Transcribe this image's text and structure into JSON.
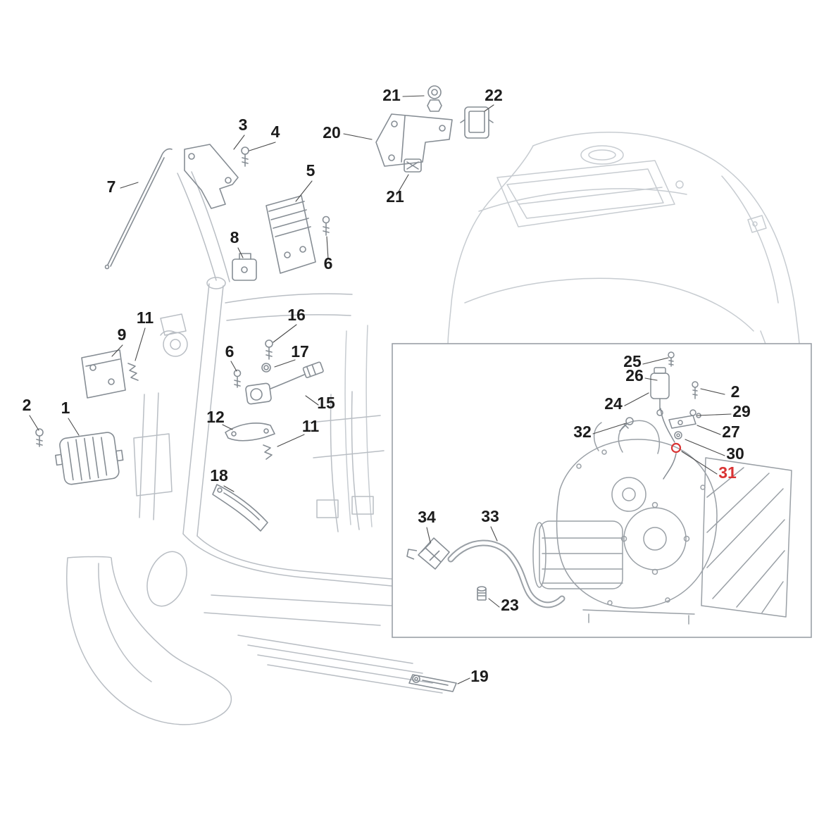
{
  "diagram": {
    "type": "exploded-parts-diagram",
    "label_color": "#1c1c1c",
    "highlight_color": "#d93434",
    "body_line_color": "#c7ccd1",
    "part_line_color": "#868d94",
    "callouts": [
      {
        "part": "21"
      },
      {
        "part": "22"
      },
      {
        "part": "3"
      },
      {
        "part": "4"
      },
      {
        "part": "20"
      },
      {
        "part": "5"
      },
      {
        "part": "7"
      },
      {
        "part": "21"
      },
      {
        "part": "8"
      },
      {
        "part": "6"
      },
      {
        "part": "16"
      },
      {
        "part": "11"
      },
      {
        "part": "9"
      },
      {
        "part": "6"
      },
      {
        "part": "17"
      },
      {
        "part": "15"
      },
      {
        "part": "2"
      },
      {
        "part": "1"
      },
      {
        "part": "12"
      },
      {
        "part": "11"
      },
      {
        "part": "18"
      },
      {
        "part": "19"
      },
      {
        "part": "25"
      },
      {
        "part": "26"
      },
      {
        "part": "2"
      },
      {
        "part": "24"
      },
      {
        "part": "29"
      },
      {
        "part": "32"
      },
      {
        "part": "27"
      },
      {
        "part": "30"
      },
      {
        "part": "31",
        "highlighted": true
      },
      {
        "part": "34"
      },
      {
        "part": "33"
      },
      {
        "part": "23"
      }
    ]
  }
}
